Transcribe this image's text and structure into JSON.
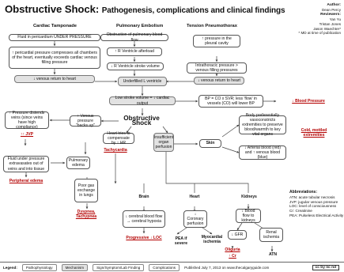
{
  "title": "Obstructive Shock:",
  "subtitle": "Pathogenesis, complications and clinical findings",
  "credits": {
    "author_label": "Author:",
    "author": "Dean Percy",
    "reviewers_label": "Reviewers:",
    "reviewers": [
      "Yan Yu",
      "Tristan Jones",
      "Jason Waechter*"
    ],
    "note": "* MD at time of publication"
  },
  "columns": {
    "cardiac_tamponade": "Cardiac Tamponade",
    "pulmonary_embolism": "Pulmonary Embolism",
    "tension_pneumothorax": "Tension Pneumothorax"
  },
  "nodes": {
    "ct_fluid": "Fluid in pericardium UNDER PRESSURE",
    "ct_pressure": "↑ pericardial pressure compresses all chambers of the heart, eventually exceeds cardiac venous filling pressure",
    "ct_return": "↓ venous return to heart",
    "pe_obstruction": "Obstruction of pulmonary blood flow",
    "pe_afterload": "↑ R Ventricle afterload",
    "pe_volume": "↓ R Ventricle stroke volume",
    "underfilled": "Underfilled L ventricle",
    "tp_pleural": "↑ pressure in the pleural cavity",
    "tp_intrathoracic": "Intrathoracic pressure > venous filling pressures",
    "tp_return": "↓ venous return to heart",
    "low_sv": "Low stroke volume = ↓ cardiac output",
    "bp": "BP = CO x SVR; less 'flow' in vessels (CO) will lower BP",
    "low_bp": "↓ Blood Pressure",
    "veins_distend": "↑ Pressure distends veins (since veins have high compliance)",
    "jvp": "↑↑ JVP",
    "venous_backup": "↑ Venous pressure \"backs up\"",
    "obstructive_shock": "Obstructive Shock",
    "heart_rate": "Heart tries to compensate by ↑ HR",
    "tachycardia": "Tachycardia",
    "insufficient": "Insufficient organ perfusion",
    "skin": "Skin",
    "vasoconstrict": "Body preferentially vasoconstricts extremities to preserve blood/warmth to key vital organs",
    "cold": "Cold, mottled extremities",
    "arterial": "↓ Arterial blood (red) and ↑ venous blood (blue)",
    "fluid_under": "Fluid under pressure extravasates out of veins and into tissue",
    "peripheral": "Peripheral edema",
    "pulm_edema": "Pulmonary edema",
    "poor_gas": "Poor gas exchange in lungs",
    "dyspnea": "Dyspnea, Tachypnea",
    "brain": "Brain",
    "cerebral": "↓ cerebral blood flow → cerebral hypoxia",
    "loc": "Progressive ↓ LOC",
    "heart": "Heart",
    "coronary": "↓ Coronary perfusion",
    "pea": "PEA if severe",
    "myocardial": "Myocardial ischemia",
    "kidneys": "Kidneys",
    "kidney_flow": "↓ Blood flow to kidneys",
    "gfr": "↓ GFR",
    "renal": "Renal ischemia",
    "oliguria": "Oliguria",
    "cr": "↑ Cr",
    "atn": "ATN"
  },
  "abbreviations": {
    "heading": "Abbreviations:",
    "items": [
      "ATN: acute tubular necrosis",
      "JVP: jugular venous pressure",
      "LOC: level of consciousness",
      "Cr: Creatinine",
      "PEA: Pulseless Electrical Activity"
    ]
  },
  "legend": {
    "label": "Legend:",
    "items": [
      "Pathophysiology",
      "Mechanism",
      "Sign/Symptom/Lab Finding",
      "Complications"
    ],
    "published": "Published July 7, 2013 on www.thecalgaryguide.com",
    "license": "cc by nc nd"
  }
}
